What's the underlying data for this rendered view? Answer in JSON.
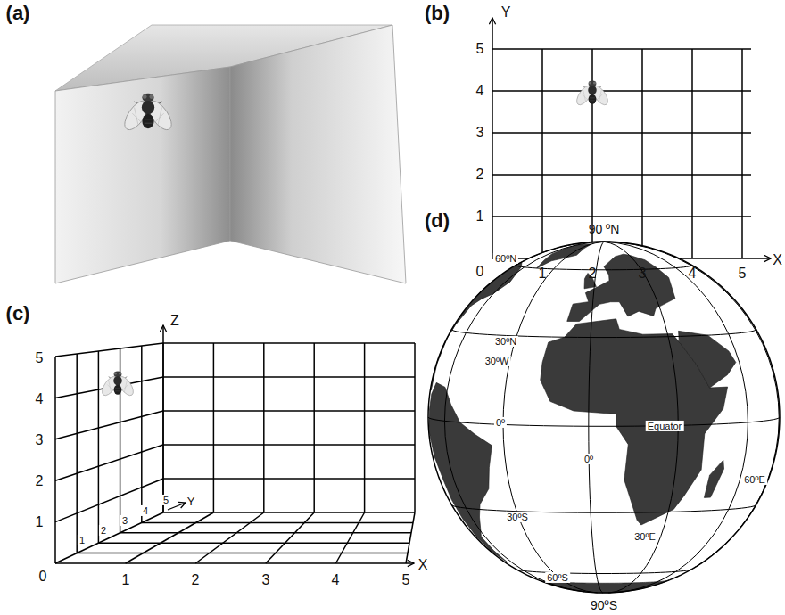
{
  "diagram": {
    "labels": [
      "(a)",
      "(b)",
      "Y",
      "5",
      "4",
      "3",
      "2",
      "1",
      "0",
      "1",
      "2",
      "3",
      "4",
      "5",
      "X",
      "(c)",
      "Z",
      "5",
      "4",
      "3",
      "2",
      "1",
      "0",
      "1",
      "2",
      "3",
      "4",
      "5",
      "X",
      "1",
      "2",
      "3",
      "4",
      "5",
      "Y",
      "(d)",
      "90 ºN",
      "60ºN",
      "30ºN",
      "30ºW",
      "0º",
      "Equator",
      "0º",
      "60ºE",
      "30ºS",
      "30ºE",
      "60ºS",
      "90ºS"
    ]
  }
}
